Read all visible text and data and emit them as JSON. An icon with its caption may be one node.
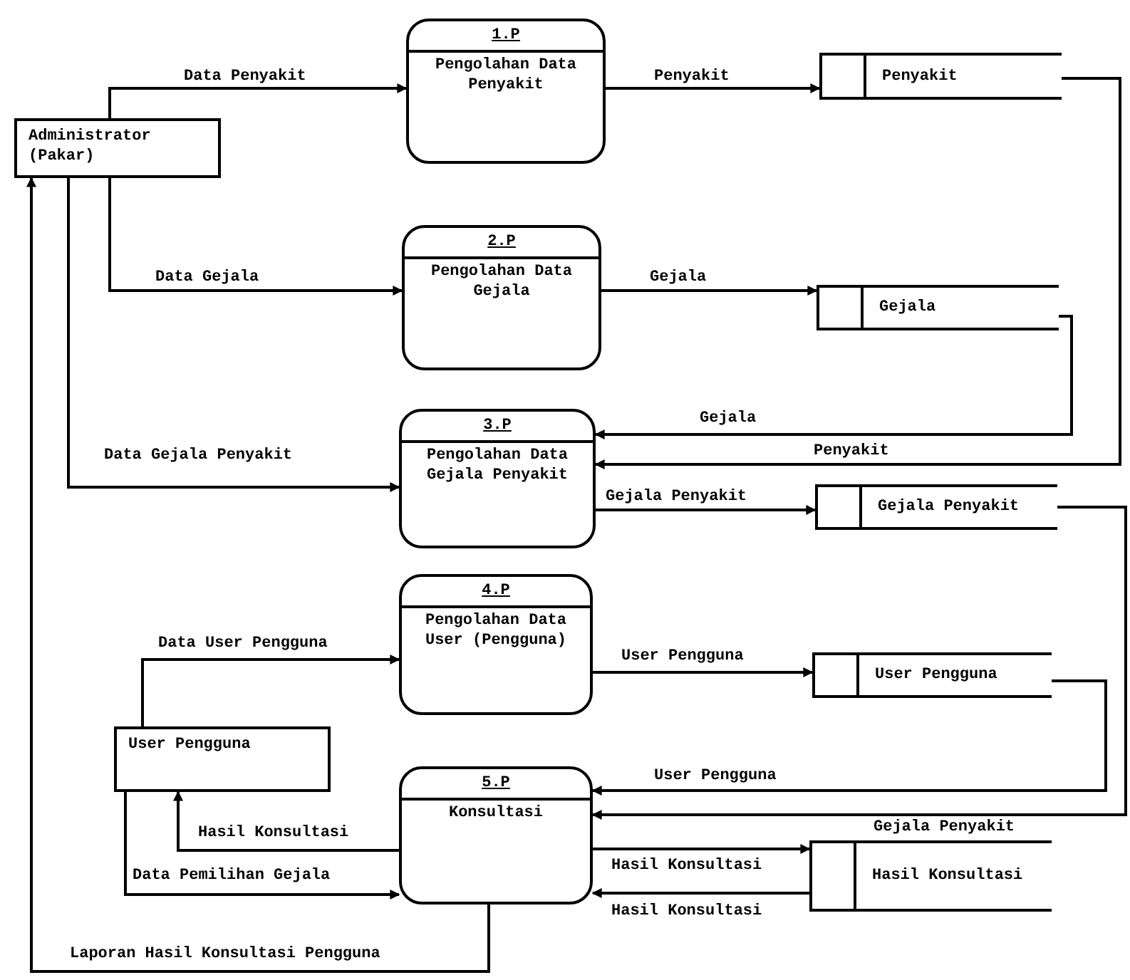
{
  "diagram": {
    "nodes": [
      {
        "text": [
          "Administrator (Pakar)"
        ]
      },
      {
        "text": [
          "1.P",
          "Pengolahan Data Penyakit"
        ]
      },
      {
        "text": [
          "Penyakit"
        ]
      },
      {
        "text": [
          "2.P",
          "Pengolahan Data Gejala"
        ]
      },
      {
        "text": [
          "Gejala"
        ]
      },
      {
        "text": [
          "3.P",
          "Pengolahan Data Gejala Penyakit"
        ]
      },
      {
        "text": [
          "Gejala Penyakit"
        ]
      },
      {
        "text": [
          "4.P",
          "Pengolahan Data User (Pengguna)"
        ]
      },
      {
        "text": [
          "User Pengguna"
        ]
      },
      {
        "text": [
          "User Pengguna"
        ]
      },
      {
        "text": [
          "5.P",
          "Konsultasi"
        ]
      },
      {
        "text": [
          "Hasil Konsultasi"
        ]
      }
    ],
    "edges": [
      {
        "from": 0,
        "to": 1,
        "arrow": "to",
        "label": "Data Penyakit"
      },
      {
        "from": 0,
        "to": 3,
        "arrow": "to",
        "label": "Data Gejala"
      },
      {
        "from": 0,
        "to": 5,
        "arrow": "to",
        "label": "Data Gejala Penyakit"
      },
      {
        "from": 1,
        "to": 2,
        "arrow": "to",
        "label": "Penyakit"
      },
      {
        "from": 3,
        "to": 4,
        "arrow": "to",
        "label": "Gejala"
      },
      {
        "from": 4,
        "to": 5,
        "arrow": "to",
        "label": "Gejala"
      },
      {
        "from": 2,
        "to": 5,
        "arrow": "to",
        "label": "Penyakit"
      },
      {
        "from": 5,
        "to": 6,
        "arrow": "to",
        "label": "Gejala Penyakit"
      },
      {
        "from": 9,
        "to": 7,
        "arrow": "to",
        "label": "Data User Pengguna"
      },
      {
        "from": 7,
        "to": 8,
        "arrow": "to",
        "label": "User Pengguna"
      },
      {
        "from": 8,
        "to": 10,
        "arrow": "to",
        "label": "User Pengguna"
      },
      {
        "from": 6,
        "to": 10,
        "arrow": "to",
        "label": "Gejala Penyakit"
      },
      {
        "from": 10,
        "to": 9,
        "arrow": "to",
        "label": "Hasil Konsultasi"
      },
      {
        "from": 9,
        "to": 10,
        "arrow": "to",
        "label": "Data Pemilihan Gejala"
      },
      {
        "from": 10,
        "to": 11,
        "arrow": "to",
        "label": "Hasil Konsultasi"
      },
      {
        "from": 11,
        "to": 10,
        "arrow": "to",
        "label": "Hasil Konsultasi"
      },
      {
        "from": 10,
        "to": 0,
        "arrow": "to",
        "label": "Laporan Hasil Konsultasi Pengguna"
      }
    ]
  }
}
